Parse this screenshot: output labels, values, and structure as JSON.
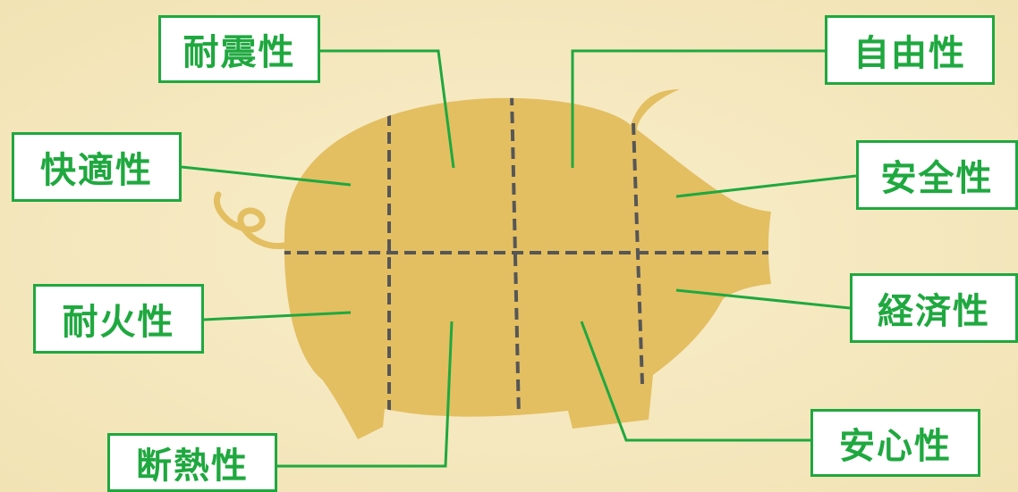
{
  "colors": {
    "background": "#f6e9c0",
    "pig_body": "#e3bf62",
    "divider_lines": "#565656",
    "leader_lines": "#1fa83f",
    "label_border": "#1fa83f",
    "label_text": "#1fa83f",
    "label_fill": "#ffffff"
  },
  "diagram": {
    "subject_icon": "pig-silhouette",
    "labels": {
      "taishin": "耐震性",
      "jiyu": "自由性",
      "kaiteki": "快適性",
      "anzen": "安全性",
      "taika": "耐火性",
      "keizai": "経済性",
      "dannetsu": "断熱性",
      "anshin": "安心性"
    }
  }
}
